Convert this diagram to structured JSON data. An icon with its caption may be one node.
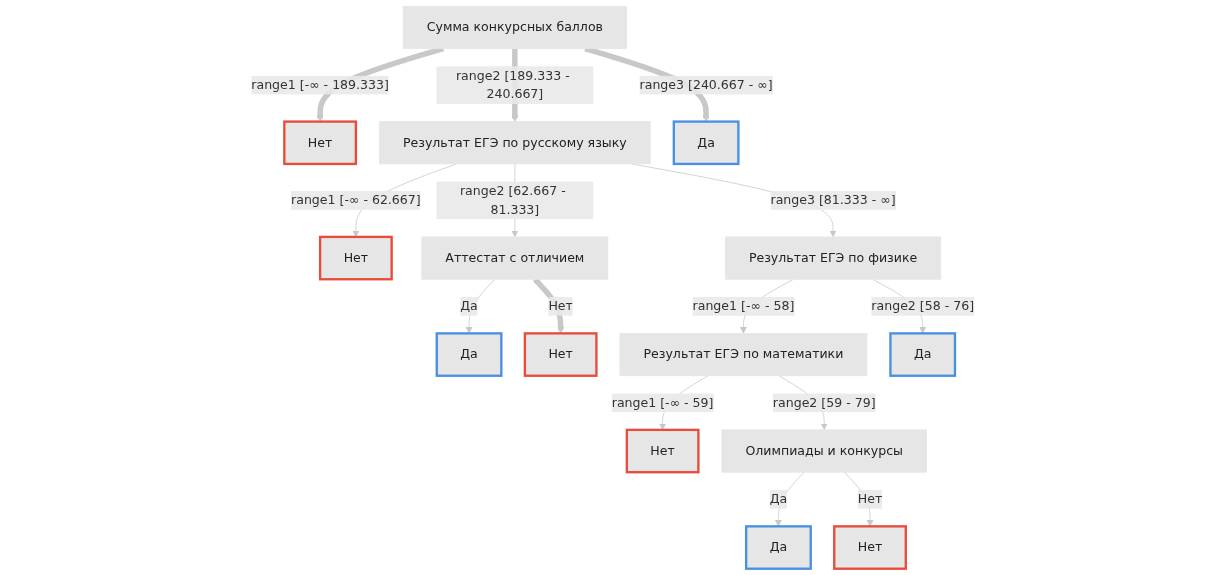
{
  "diagram": {
    "nodes": [
      {
        "text": [
          "Сумма конкурсных баллов"
        ]
      },
      {
        "text": [
          "Нет"
        ]
      },
      {
        "text": [
          "Результат ЕГЭ по русскому языку"
        ]
      },
      {
        "text": [
          "Да"
        ]
      },
      {
        "text": [
          "Нет"
        ]
      },
      {
        "text": [
          "Аттестат с отличием"
        ]
      },
      {
        "text": [
          "Результат ЕГЭ по физике"
        ]
      },
      {
        "text": [
          "Да"
        ]
      },
      {
        "text": [
          "Нет"
        ]
      },
      {
        "text": [
          "Результат ЕГЭ по математики"
        ]
      },
      {
        "text": [
          "Да"
        ]
      },
      {
        "text": [
          "Нет"
        ]
      },
      {
        "text": [
          "Олимпиады и конкурсы"
        ]
      },
      {
        "text": [
          "Да"
        ]
      },
      {
        "text": [
          "Нет"
        ]
      }
    ],
    "edges": [
      {
        "from": 0,
        "to": 1,
        "arrow": "to",
        "label": "range1 [-∞ - 189.333]",
        "style": "thick"
      },
      {
        "from": 0,
        "to": 2,
        "arrow": "to",
        "label": "range2 [189.333 - 240.667]",
        "style": "thick"
      },
      {
        "from": 0,
        "to": 3,
        "arrow": "to",
        "label": "range3 [240.667 - ∞]",
        "style": "thick"
      },
      {
        "from": 2,
        "to": 4,
        "arrow": "to",
        "label": "range1 [-∞ - 62.667]"
      },
      {
        "from": 2,
        "to": 5,
        "arrow": "to",
        "label": "range2 [62.667 - 81.333]"
      },
      {
        "from": 2,
        "to": 6,
        "arrow": "to",
        "label": "range3 [81.333 - ∞]"
      },
      {
        "from": 5,
        "to": 7,
        "arrow": "to",
        "label": "Да"
      },
      {
        "from": 5,
        "to": 8,
        "arrow": "to",
        "label": "Нет",
        "style": "thick"
      },
      {
        "from": 6,
        "to": 9,
        "arrow": "to",
        "label": "range1 [-∞ - 58]"
      },
      {
        "from": 6,
        "to": 10,
        "arrow": "to",
        "label": "range2 [58 - 76]"
      },
      {
        "from": 9,
        "to": 11,
        "arrow": "to",
        "label": "range1 [-∞ - 59]"
      },
      {
        "from": 9,
        "to": 12,
        "arrow": "to",
        "label": "range2 [59 - 79]"
      },
      {
        "from": 12,
        "to": 13,
        "arrow": "to",
        "label": "Да"
      },
      {
        "from": 12,
        "to": 14,
        "arrow": "to",
        "label": "Нет"
      }
    ]
  }
}
